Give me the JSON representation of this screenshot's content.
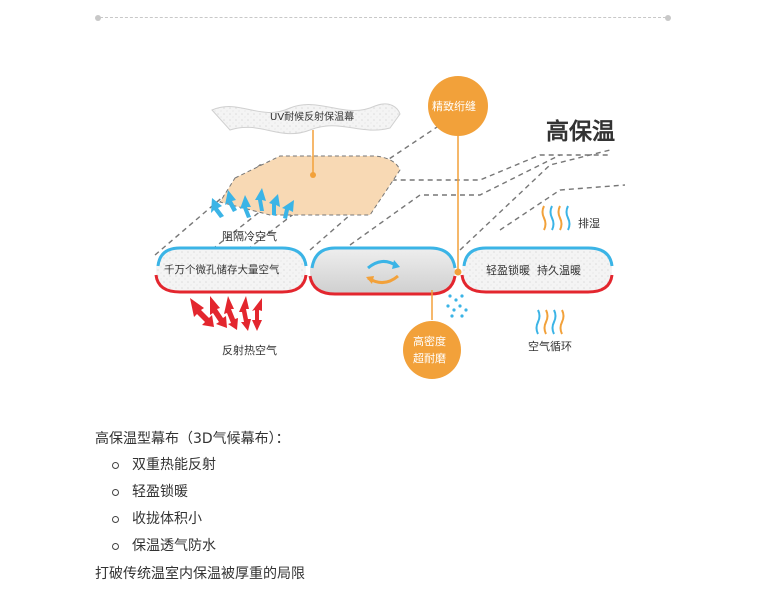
{
  "diagram": {
    "title": "高保温",
    "labels": {
      "uv_curtain": "UV耐候反射保温幕",
      "fine_seam": "精致绗缝",
      "block_cold_air": "阻隔冷空气",
      "micro_pores": "千万个微孔储存大量空气",
      "lightweight_warm": "轻盈锁暖  持久温暖",
      "dehumidify": "排湿",
      "reflect_heat": "反射热空气",
      "air_circulation": "空气循环",
      "high_density_line1": "高密度",
      "high_density_line2": "超耐磨"
    },
    "colors": {
      "orange": "#f2a13a",
      "blue": "#3bb4e6",
      "red": "#e3262e",
      "panel_fill": "#f8d9b4"
    }
  },
  "caption": "高保温型幕布（3D气候幕布）：",
  "features": [
    "双重热能反射",
    "轻盈锁暖",
    "收拢体积小",
    "保温透气防水"
  ],
  "footer": "打破传统温室内保温被厚重的局限"
}
